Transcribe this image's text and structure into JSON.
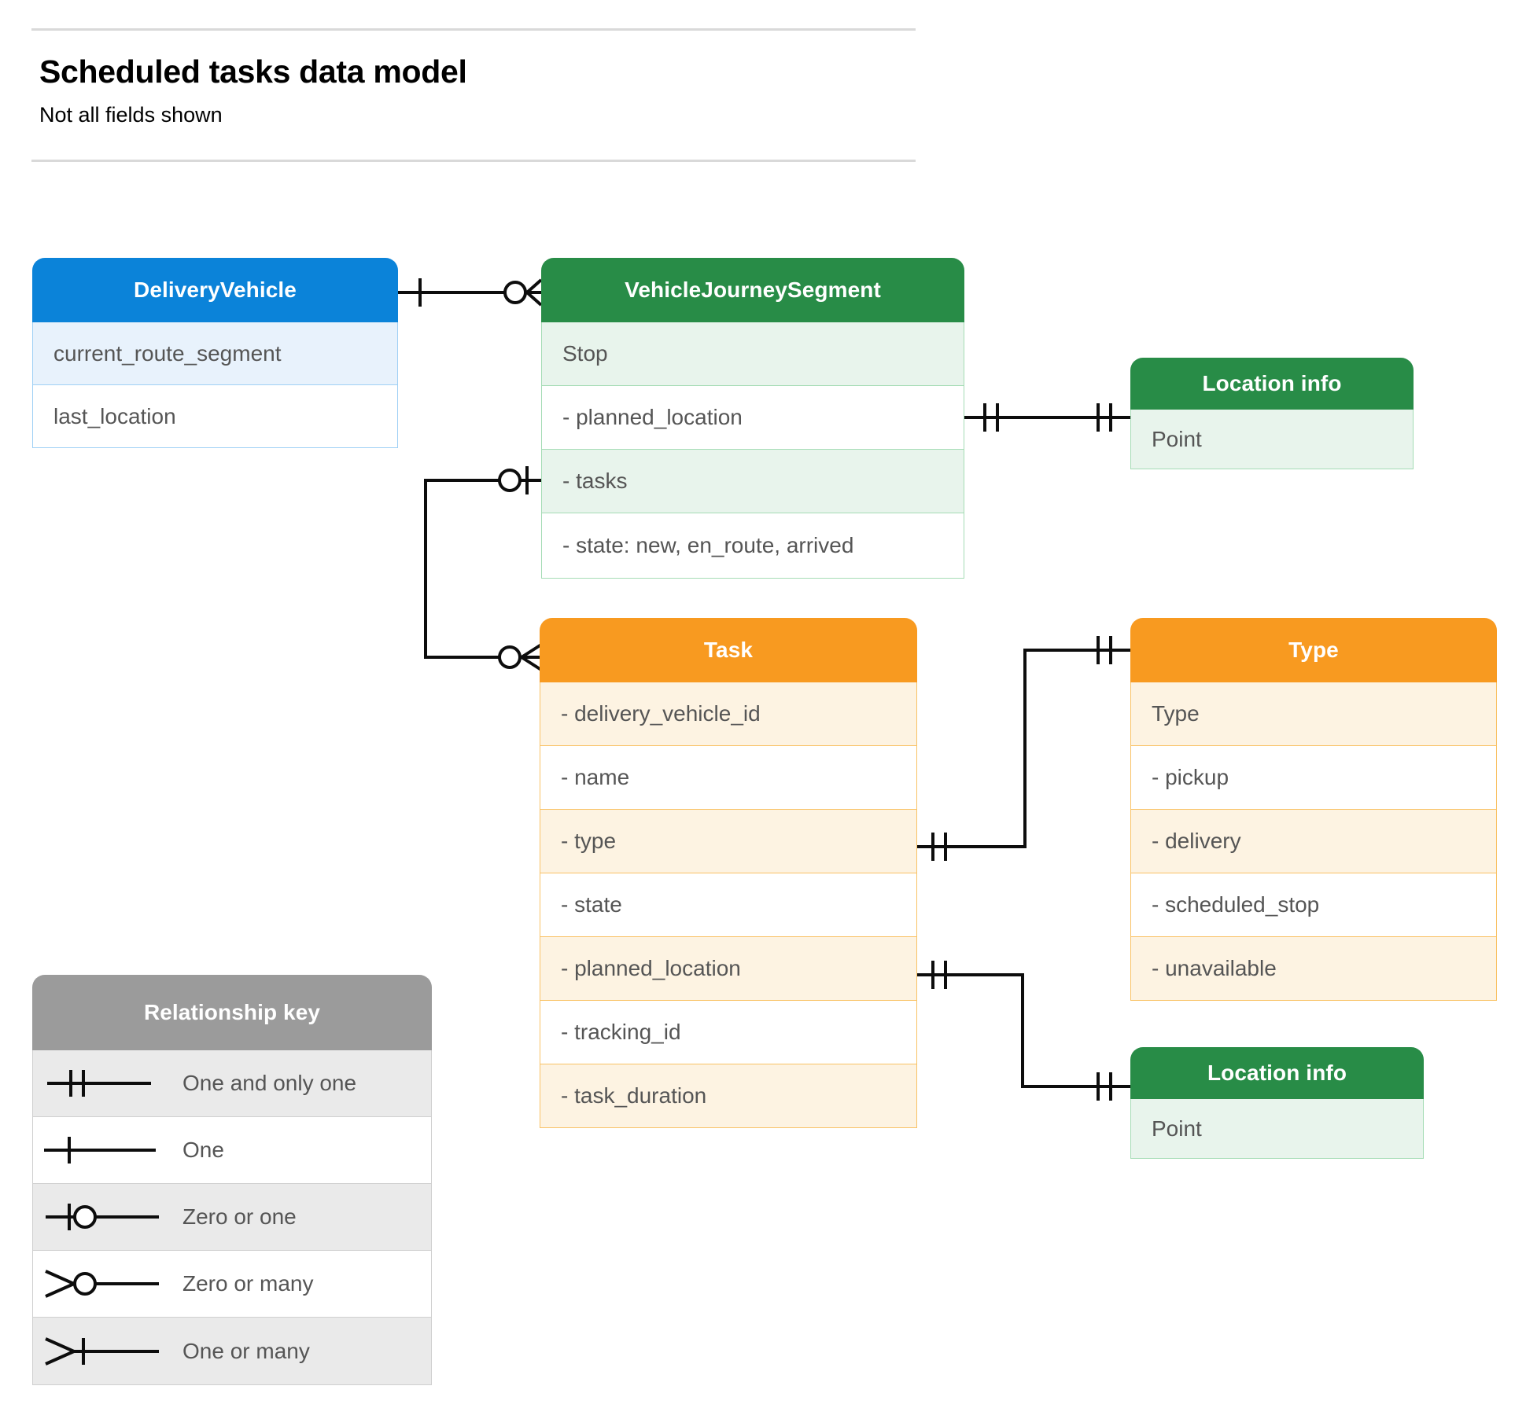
{
  "header": {
    "title": "Scheduled tasks data model",
    "subtitle": "Not all fields shown"
  },
  "colors": {
    "blue_header": "#0b83d9",
    "blue_row_alt": "#e8f2fc",
    "blue_border": "#9fd0f5",
    "green_header": "#288c47",
    "green_row_alt": "#e8f4ec",
    "green_border": "#a5dcb5",
    "orange_header": "#f89a20",
    "orange_row_alt": "#fdf3e2",
    "orange_border": "#f9c265",
    "grey_header": "#9b9b9b",
    "grey_row_alt": "#eaeaea",
    "row_text": "#555555",
    "line": "#0d0d0d"
  },
  "entities": {
    "delivery_vehicle": {
      "title": "DeliveryVehicle",
      "rows": [
        "current_route_segment",
        "last_location"
      ]
    },
    "vehicle_journey_segment": {
      "title": "VehicleJourneySegment",
      "rows": [
        "Stop",
        "-  planned_location",
        "- tasks",
        "- state: new, en_route, arrived"
      ]
    },
    "location_info_top": {
      "title": "Location info",
      "rows": [
        "Point"
      ]
    },
    "location_info_bottom": {
      "title": "Location info",
      "rows": [
        "Point"
      ]
    },
    "task": {
      "title": "Task",
      "rows": [
        "- delivery_vehicle_id",
        "- name",
        "- type",
        "- state",
        "- planned_location",
        "- tracking_id",
        "- task_duration"
      ]
    },
    "type": {
      "title": "Type",
      "rows": [
        "Type",
        "-   pickup",
        "-  delivery",
        "-  scheduled_stop",
        "-  unavailable"
      ]
    }
  },
  "legend": {
    "title": "Relationship key",
    "items": [
      {
        "symbol": "one-and-only-one",
        "label": "One and only one"
      },
      {
        "symbol": "one",
        "label": "One"
      },
      {
        "symbol": "zero-or-one",
        "label": "Zero or one"
      },
      {
        "symbol": "zero-or-many",
        "label": "Zero or many"
      },
      {
        "symbol": "one-or-many",
        "label": "One or many"
      }
    ]
  },
  "relationships": [
    {
      "name": "deliveryvehicle-to-vehiclejourneysegment",
      "from": "DeliveryVehicle",
      "from_cardinality": "One",
      "to": "VehicleJourneySegment",
      "to_cardinality": "Zero or many"
    },
    {
      "name": "vehiclejourneysegment-plannedlocation-to-locationinfo",
      "from": "VehicleJourneySegment.planned_location",
      "from_cardinality": "One and only one",
      "to": "Location info",
      "to_cardinality": "One and only one"
    },
    {
      "name": "vehiclejourneysegment-tasks-to-task",
      "from": "VehicleJourneySegment.tasks",
      "from_cardinality": "Zero or one",
      "to": "Task",
      "to_cardinality": "Zero or many"
    },
    {
      "name": "task-type-to-type",
      "from": "Task.type",
      "from_cardinality": "One and only one",
      "to": "Type",
      "to_cardinality": "One and only one"
    },
    {
      "name": "task-plannedlocation-to-locationinfo",
      "from": "Task.planned_location",
      "from_cardinality": "One and only one",
      "to": "Location info",
      "to_cardinality": "One and only one"
    }
  ]
}
